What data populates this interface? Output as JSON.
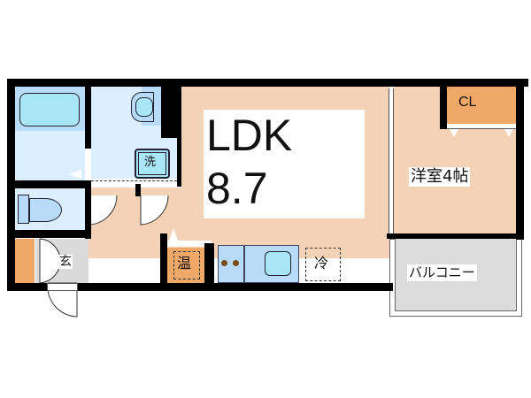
{
  "floorplan": {
    "rooms": {
      "ldk": {
        "label": "LDK",
        "size": "8.7"
      },
      "western_room": {
        "label": "洋室4帖"
      },
      "closet": {
        "label": "CL"
      },
      "balcony": {
        "label": "バルコニー"
      },
      "entrance": {
        "label": "玄"
      },
      "washer": {
        "label": "洗"
      },
      "water_heater": {
        "label": "温"
      },
      "refrigerator": {
        "label": "冷"
      }
    },
    "colors": {
      "floor": "#f3d2b5",
      "wet_area": "#dcefff",
      "fixture": "#a8e6f5",
      "storage": "#f0a868",
      "balcony": "#dcdcdc",
      "wall": "#000000"
    }
  }
}
